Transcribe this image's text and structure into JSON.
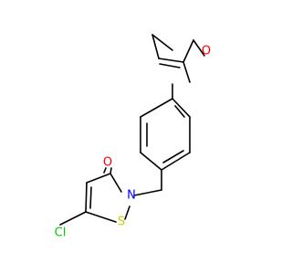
{
  "atoms": {
    "oxygen_furan": {
      "label": "O",
      "color": "#ff0000"
    },
    "oxygen_carbonyl": {
      "label": "O",
      "color": "#ff0000"
    },
    "nitrogen": {
      "label": "N",
      "color": "#0000ff"
    },
    "sulfur": {
      "label": "S",
      "color": "#cccc00"
    },
    "chlorine": {
      "label": "Cl",
      "color": "#00cc00"
    }
  },
  "colors": {
    "background": "#ffffff",
    "bond": "#000000"
  }
}
